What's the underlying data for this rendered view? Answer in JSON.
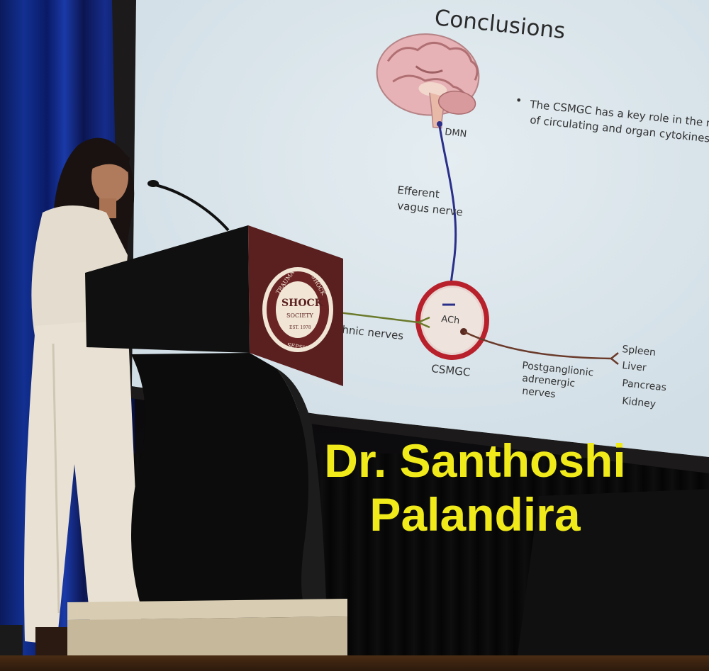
{
  "slide": {
    "title": "Conclusions",
    "bullet_line1": "The CSMGC has a key role in the regulati",
    "bullet_line2": "of circulating and organ cytokines",
    "dmn_label": "DMN",
    "efferent_line1": "Efferent",
    "efferent_line2": "vagus nerve",
    "ach_label": "ACh",
    "csmgc_label": "CSMGC",
    "splanchnic_label": "hnic nerves",
    "post_line1": "Postganglionic",
    "post_line2": "adrenergic",
    "post_line3": "nerves",
    "organs": [
      "Spleen",
      "Liver",
      "Pancreas",
      "Kidney"
    ]
  },
  "podium": {
    "logo_shock": "SHOCK",
    "logo_society": "SOCIETY",
    "logo_est": "EST. 1978",
    "logo_trauma": "TRAUMA",
    "logo_shock_arc": "SHOCK",
    "logo_sepsis": "SEPSIS"
  },
  "caption": {
    "line1": "Dr. Santhoshi",
    "line2": "Palandira"
  },
  "colors": {
    "caption": "#f0ea1a",
    "slide_bg": "#dbe6ec",
    "podium_maroon": "#5a1f1f",
    "curtain_blue": "#123092"
  }
}
